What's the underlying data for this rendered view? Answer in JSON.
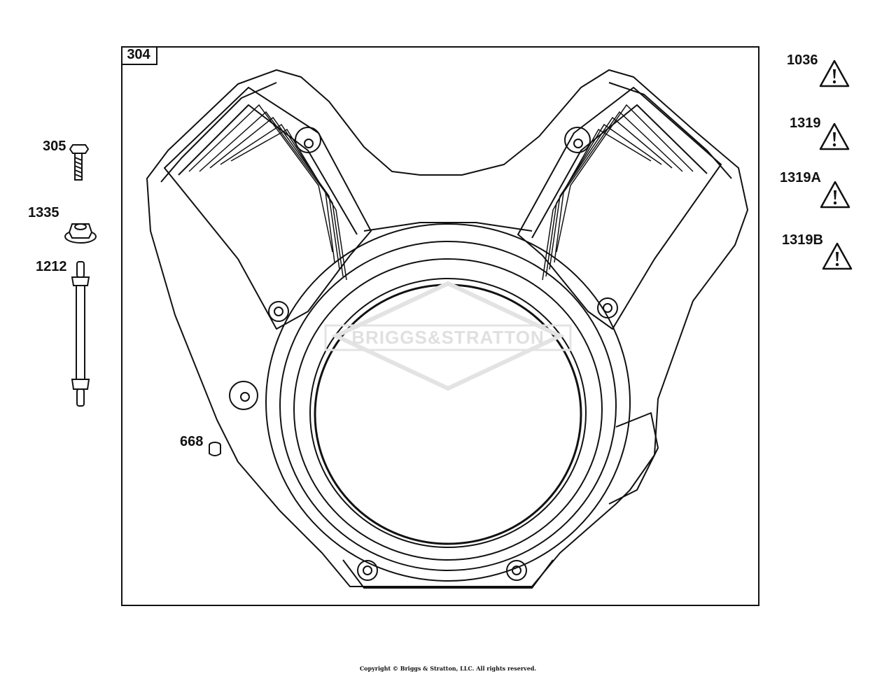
{
  "diagram": {
    "main_part": {
      "number": "304"
    },
    "brand_watermark": "BRIGGS&STRATTON",
    "parts": [
      {
        "id": "305",
        "label": "305"
      },
      {
        "id": "1335",
        "label": "1335"
      },
      {
        "id": "1212",
        "label": "1212"
      },
      {
        "id": "668",
        "label": "668"
      }
    ],
    "warnings": [
      {
        "id": "1036",
        "label": "1036",
        "icon": "warning-triangle-icon"
      },
      {
        "id": "1319",
        "label": "1319",
        "icon": "warning-triangle-icon"
      },
      {
        "id": "1319A",
        "label": "1319A",
        "icon": "warning-triangle-icon"
      },
      {
        "id": "1319B",
        "label": "1319B",
        "icon": "warning-triangle-icon"
      }
    ],
    "copyright": "Copyright © Briggs & Stratton, LLC. All rights reserved."
  }
}
